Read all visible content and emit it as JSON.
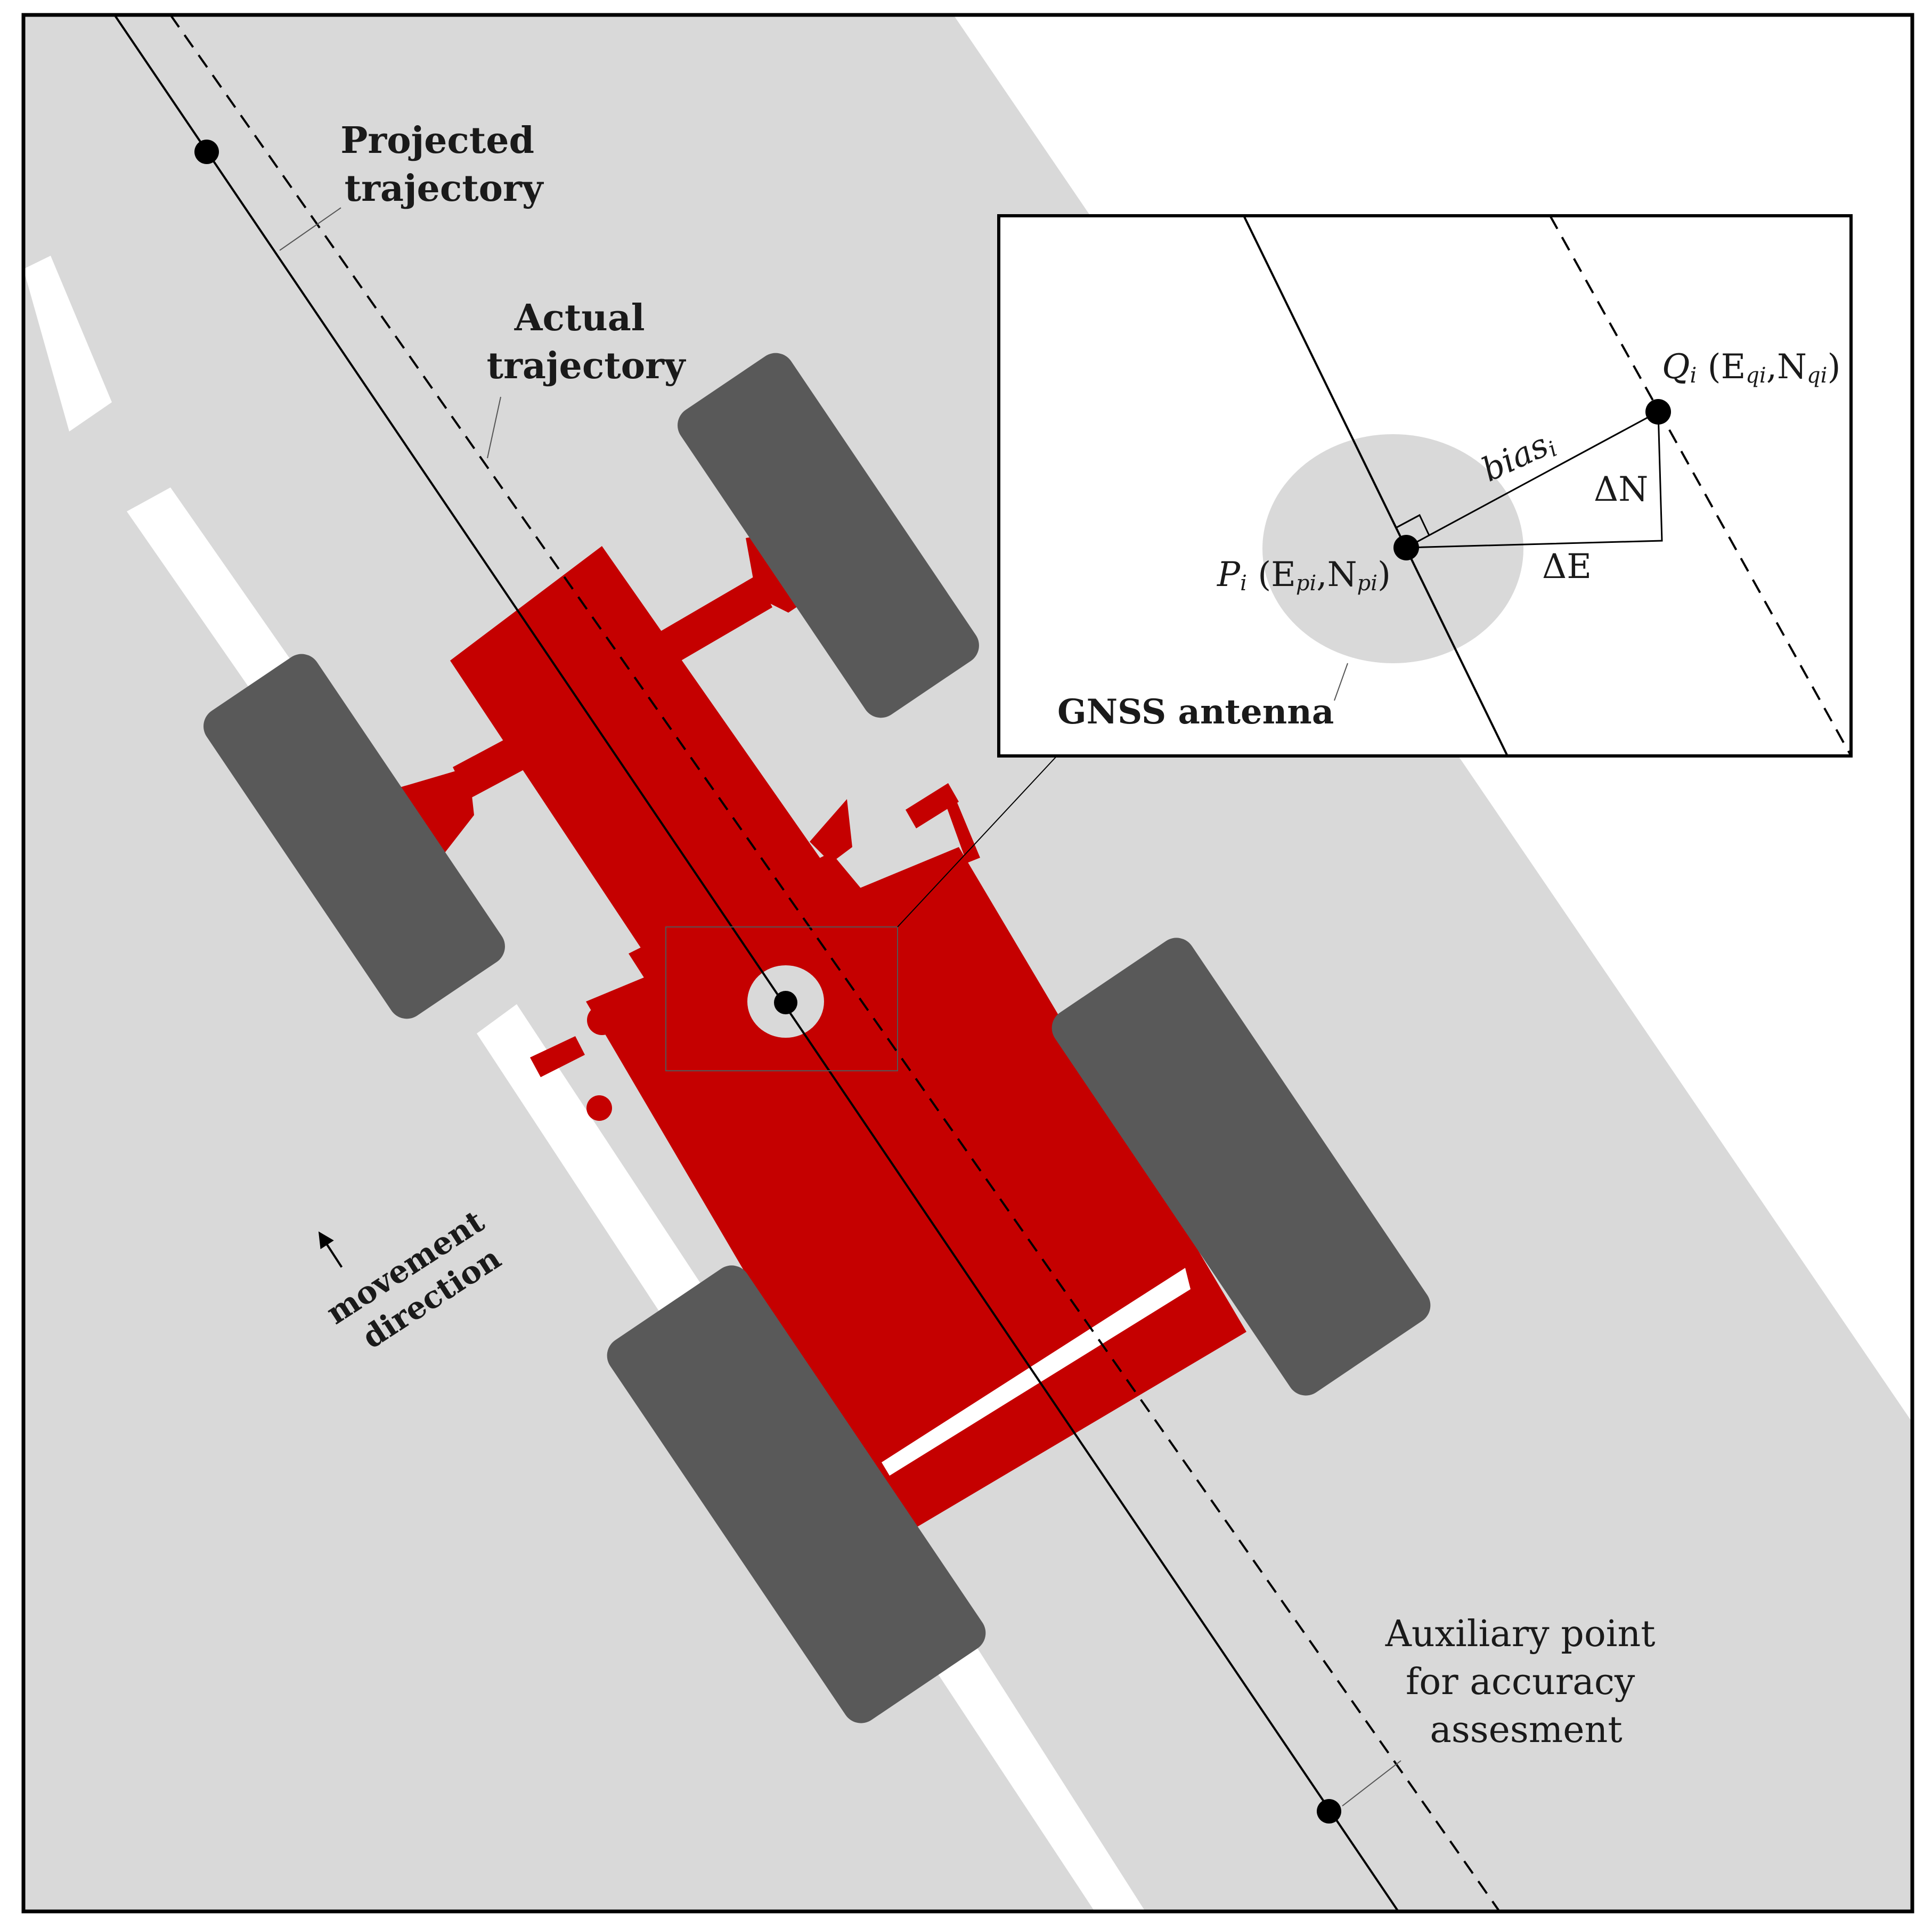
{
  "labels": {
    "projected_trajectory": [
      "Projected",
      "trajectory"
    ],
    "actual_trajectory": [
      "Actual",
      "trajectory"
    ],
    "movement_direction": [
      "movement",
      "direction"
    ],
    "auxiliary_point": [
      "Auxiliary point",
      "for accuracy",
      "assesment"
    ],
    "gnss_antenna": "GNSS antenna"
  },
  "inset": {
    "point_p": {
      "name": "P",
      "sub": "i",
      "coord_open": " (E",
      "coord_e_sub": "pi",
      "coord_mid": ",N",
      "coord_n_sub": "pi",
      "coord_close": ")"
    },
    "point_q": {
      "name": "Q",
      "sub": "i",
      "coord_open": " (E",
      "coord_e_sub": "qi",
      "coord_mid": ",N",
      "coord_n_sub": "qi",
      "coord_close": ")"
    },
    "bias_label": "bias",
    "bias_sub": "i",
    "delta_n": "ΔN",
    "delta_e": "ΔE"
  },
  "colors": {
    "field": "#d9d9d9",
    "tractor": "#c50000",
    "tire": "#595959",
    "stripe": "#ffffff",
    "line": "#000000"
  }
}
